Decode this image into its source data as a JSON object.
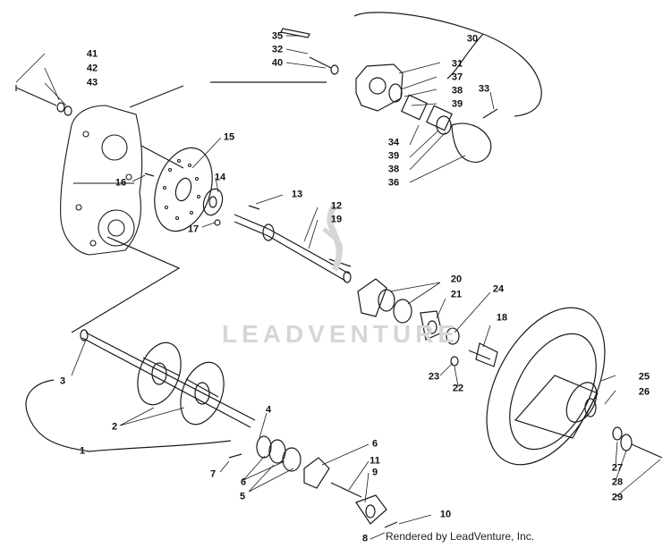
{
  "watermark": "LEADVENTURE",
  "credit": "Rendered by LeadVenture, Inc.",
  "callouts": [
    "1",
    "2",
    "3",
    "4",
    "5",
    "6",
    "6",
    "7",
    "8",
    "9",
    "10",
    "11",
    "12",
    "13",
    "14",
    "15",
    "16",
    "17",
    "18",
    "19",
    "20",
    "21",
    "22",
    "23",
    "24",
    "25",
    "26",
    "27",
    "28",
    "29",
    "30",
    "31",
    "32",
    "33",
    "34",
    "35",
    "36",
    "37",
    "38",
    "38",
    "39",
    "39",
    "40",
    "41",
    "42",
    "43"
  ],
  "colors": {
    "ink": "#1a1a1a",
    "paper": "#ffffff",
    "watermark": "#d6d6d6"
  }
}
